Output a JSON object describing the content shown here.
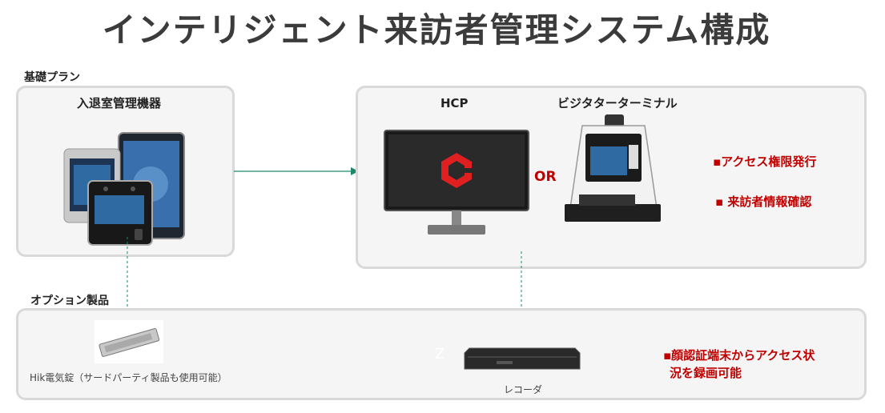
{
  "title": "インテリジェント来訪者管理システム構成",
  "sections": {
    "basic_plan_label": "基礎プラン",
    "options_label": "オプション製品"
  },
  "access_box": {
    "title": "入退室管理機器"
  },
  "hcp_box": {
    "hcp_label": "HCP",
    "visitor_terminal_label": "ビジタターターミナル",
    "or_label": "OR",
    "features": [
      "▪アクセス権限発行",
      "▪ 来訪者情報確認"
    ]
  },
  "option_box": {
    "hik_lock_caption": "Hik電気錠（サードパーティ製品も使用可能）",
    "recorder_caption": "レコーダ",
    "stray_z": "Z",
    "feature_line1": "▪顔認証端末からアクセス状",
    "feature_line2": "況を録画可能"
  },
  "colors": {
    "accent_red": "#c00000",
    "arrow_green": "#1a8a6a",
    "box_border": "#d9d9d9",
    "box_fill": "#f5f5f5",
    "hcp_logo_red": "#e02020"
  }
}
